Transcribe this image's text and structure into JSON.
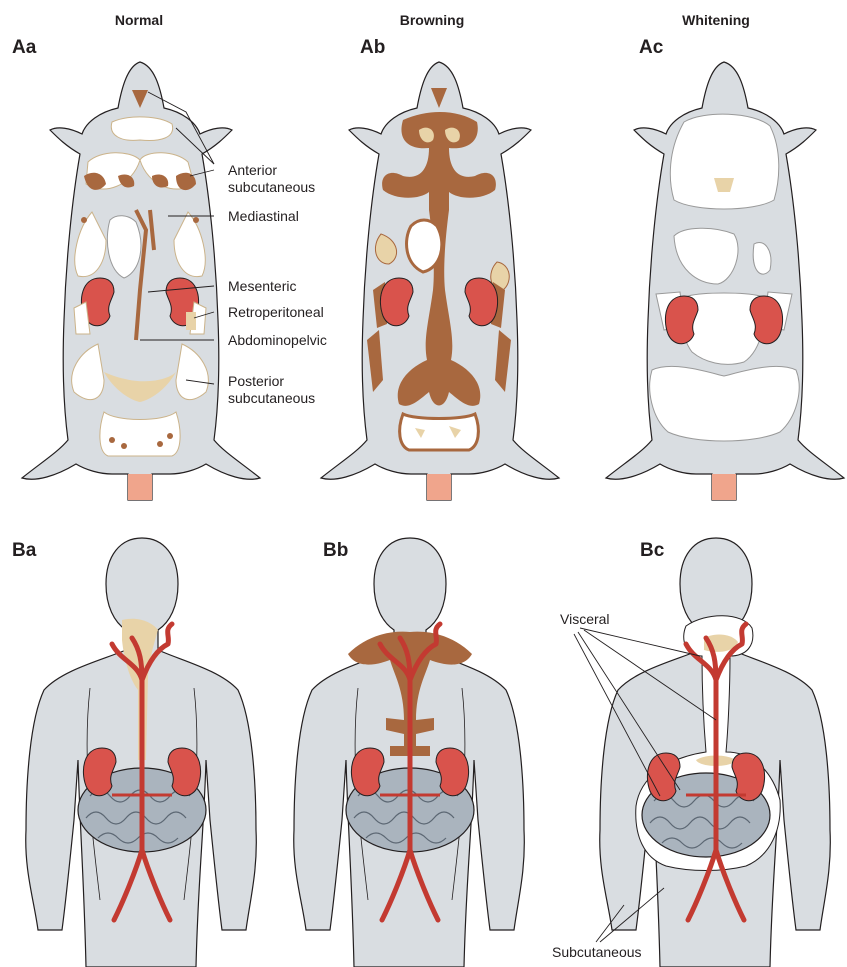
{
  "columns": [
    "Normal",
    "Browning",
    "Whitening"
  ],
  "panel_labels": [
    "Aa",
    "Ab",
    "Ac",
    "Ba",
    "Bb",
    "Bc"
  ],
  "mouse_callouts": [
    {
      "line1": "Anterior",
      "line2": "subcutaneous"
    },
    {
      "line1": "Mediastinal",
      "line2": ""
    },
    {
      "line1": "Mesenteric",
      "line2": ""
    },
    {
      "line1": "Retroperitoneal",
      "line2": ""
    },
    {
      "line1": "Abdominopelvic",
      "line2": ""
    },
    {
      "line1": "Posterior",
      "line2": "subcutaneous"
    }
  ],
  "human_callouts": {
    "visceral": "Visceral",
    "subcutaneous": "Subcutaneous"
  },
  "colors": {
    "body": "#d9dde1",
    "outline": "#231f20",
    "white_fat": "#ffffff",
    "beige_fat": "#e8d3a8",
    "brown_fat": "#a8683f",
    "kidney": "#d9534c",
    "artery": "#c33a31",
    "intestine": "#aab4be",
    "ear": "#eecdd3",
    "tail": "#f0a58c"
  }
}
